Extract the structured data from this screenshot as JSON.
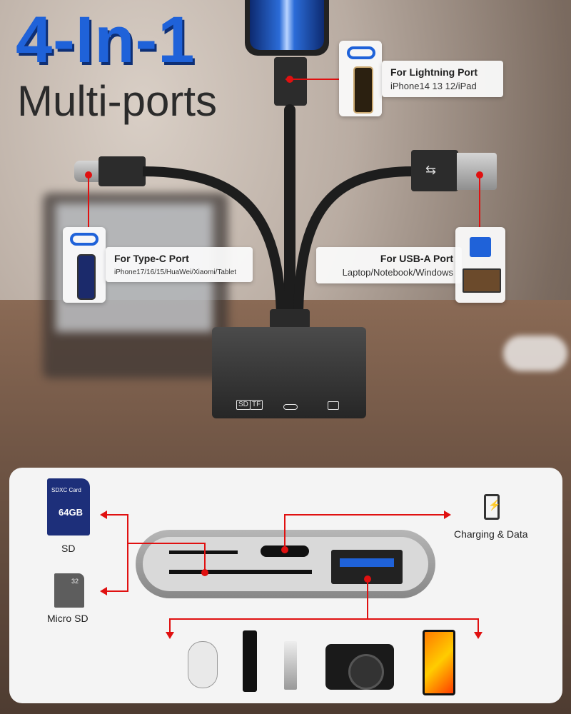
{
  "header": {
    "title": "4-In-1",
    "subtitle": "Multi-ports"
  },
  "ports": {
    "lightning": {
      "title": "For Lightning Port",
      "desc": "iPhone14 13 12/iPad"
    },
    "typec": {
      "title": "For Type-C Port",
      "desc": "iPhone17/16/15/HuaWei/Xiaomi/Tablet"
    },
    "usba": {
      "title": "For USB-A Port",
      "desc": "Laptop/Notebook/Windows"
    }
  },
  "hub": {
    "icons": [
      "SD",
      "TF",
      "usb-c-icon",
      "camera-icon"
    ]
  },
  "bottom": {
    "sd_label": "SD",
    "microsd_label": "Micro SD",
    "charging_label": "Charging & Data",
    "sd_card_text": "SDXC Card",
    "sd_card_capacity": "64GB",
    "microsd_card_capacity": "32"
  },
  "devices": [
    "mouse-icon",
    "remote-icon",
    "usb-drive-icon",
    "camera-icon",
    "phone-icon"
  ],
  "colors": {
    "accent": "#1f62d9",
    "red": "#e01010"
  }
}
